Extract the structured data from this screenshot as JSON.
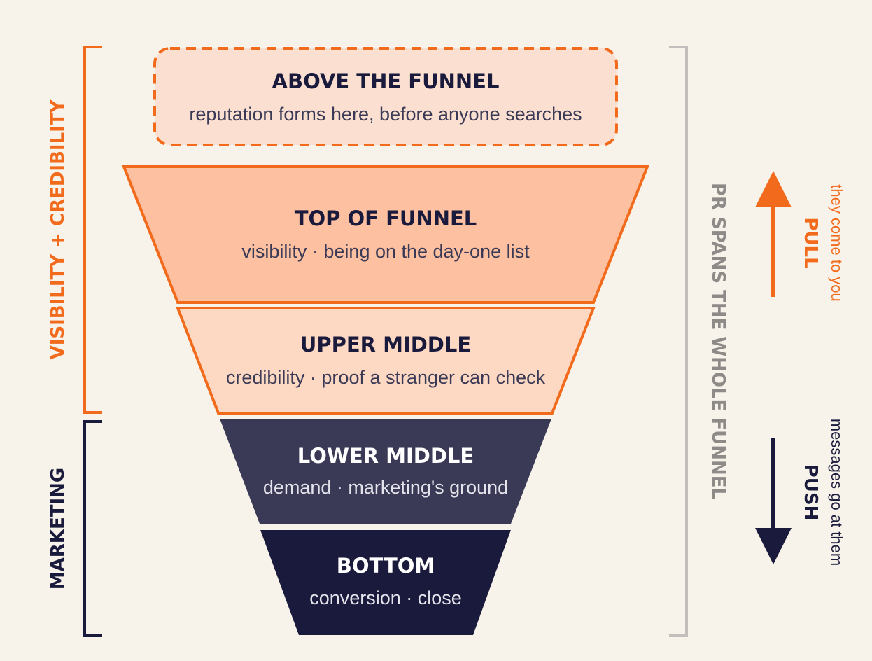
{
  "colors": {
    "background": "#f8f3ea",
    "orange": "#f26b1d",
    "navy": "#1a1a3c",
    "slate": "#3a3a56",
    "gray": "#c3bebb",
    "above_fill": "#fbdfd0",
    "top_fill": "#fdc0a0",
    "upper_fill": "#fdd8c2",
    "stroke": "#f26b1d"
  },
  "stages": [
    {
      "title": "ABOVE THE FUNNEL",
      "subtitle": "reputation forms here, before anyone searches"
    },
    {
      "title": "TOP OF FUNNEL",
      "subtitle": "visibility · being on the day-one list"
    },
    {
      "title": "UPPER MIDDLE",
      "subtitle": "credibility · proof a stranger can check"
    },
    {
      "title": "LOWER MIDDLE",
      "subtitle": "demand · marketing's ground"
    },
    {
      "title": "BOTTOM",
      "subtitle": "conversion · close"
    }
  ],
  "brackets": {
    "left_upper": "VISIBILITY + CREDIBILITY",
    "left_lower": "MARKETING",
    "right": "PR SPANS THE WHOLE FUNNEL"
  },
  "arrows": {
    "pull": {
      "label": "PULL",
      "note": "they come to you"
    },
    "push": {
      "label": "PUSH",
      "note": "messages go at them"
    }
  }
}
